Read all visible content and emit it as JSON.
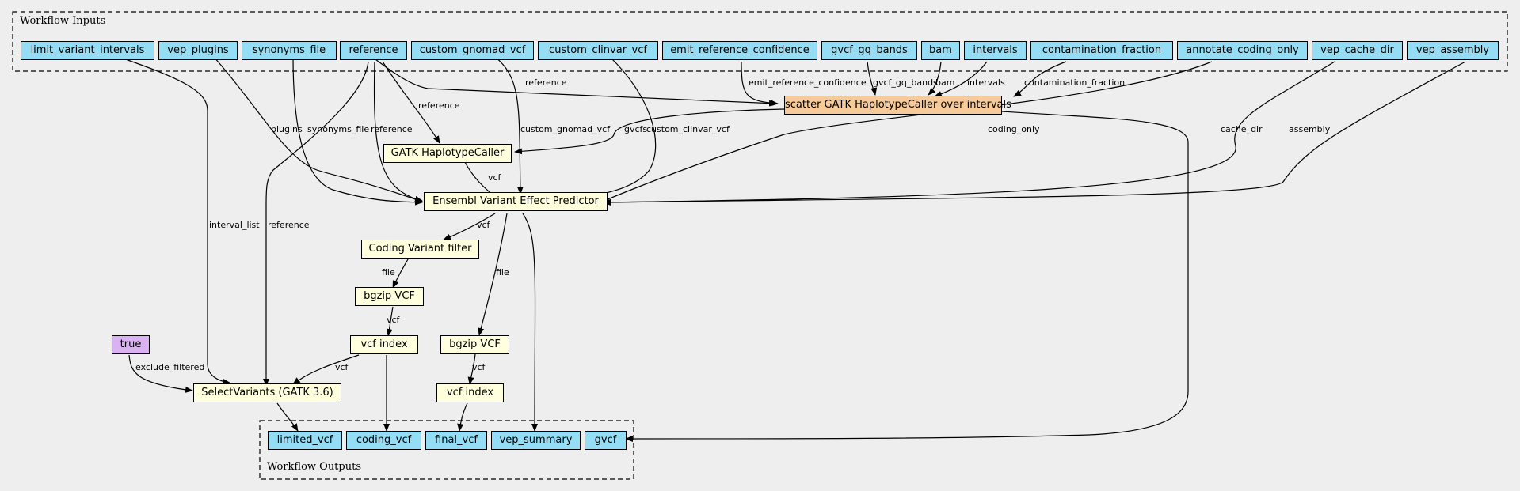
{
  "clusters": {
    "inputs_label": "Workflow Inputs",
    "outputs_label": "Workflow Outputs"
  },
  "inputs": {
    "limit_variant_intervals": "limit_variant_intervals",
    "vep_plugins": "vep_plugins",
    "synonyms_file": "synonyms_file",
    "reference": "reference",
    "custom_gnomad_vcf": "custom_gnomad_vcf",
    "custom_clinvar_vcf": "custom_clinvar_vcf",
    "emit_reference_confidence": "emit_reference_confidence",
    "gvcf_gq_bands": "gvcf_gq_bands",
    "bam": "bam",
    "intervals": "intervals",
    "contamination_fraction": "contamination_fraction",
    "annotate_coding_only": "annotate_coding_only",
    "vep_cache_dir": "vep_cache_dir",
    "vep_assembly": "vep_assembly"
  },
  "steps": {
    "scatter_haplotype": "scatter GATK HaplotypeCaller over intervals",
    "haplotype_caller": "GATK HaplotypeCaller",
    "vep": "Ensembl Variant Effect Predictor",
    "coding_filter": "Coding Variant filter",
    "bgzip_coding": "bgzip VCF",
    "index_coding": "vcf index",
    "bgzip_final": "bgzip VCF",
    "index_final": "vcf index",
    "select_variants": "SelectVariants (GATK 3.6)",
    "true_const": "true"
  },
  "outputs": {
    "limited_vcf": "limited_vcf",
    "coding_vcf": "coding_vcf",
    "final_vcf": "final_vcf",
    "vep_summary": "vep_summary",
    "gvcf": "gvcf"
  },
  "edge_labels": {
    "reference_scatter": "reference",
    "emit_reference_confidence": "emit_reference_confidence",
    "gvcf_gq_bands": "gvcf_gq_bands",
    "bam": "bam",
    "intervals": "intervals",
    "contamination_fraction": "contamination_fraction",
    "reference_hc": "reference",
    "plugins": "plugins",
    "synonyms_file": "synonyms_file",
    "reference_vep": "reference",
    "custom_gnomad_vcf": "custom_gnomad_vcf",
    "gvcfs": "gvcfs",
    "custom_clinvar_vcf": "custom_clinvar_vcf",
    "coding_only": "coding_only",
    "cache_dir": "cache_dir",
    "assembly": "assembly",
    "vcf_hc_vep": "vcf",
    "vcf_vep_filter": "vcf",
    "file_filter_bgzip": "file",
    "file_vep_bgzip": "file",
    "vcf_bgzip_index": "vcf",
    "vcf_bgzip2_index2": "vcf",
    "interval_list": "interval_list",
    "reference_select": "reference",
    "exclude_filtered": "exclude_filtered",
    "vcf_index_select": "vcf"
  },
  "colors": {
    "io": "#94ddf4",
    "step": "#ffffdd",
    "scatter": "#f7cb99",
    "const": "#dab1f1",
    "background": "#eeeeee"
  }
}
